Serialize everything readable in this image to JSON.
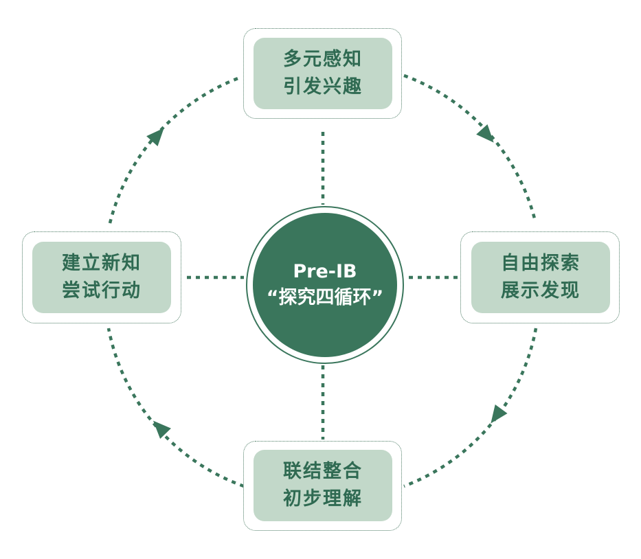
{
  "colors": {
    "accent": "#3a765c",
    "node_fill": "#c2d8c9",
    "node_text": "#2f6a52",
    "frame_border": "#4a7a63",
    "center_text": "#ffffff"
  },
  "center": {
    "line1": "Pre-IB",
    "line2": "“探究四循环”"
  },
  "nodes": {
    "top": {
      "line1": "多元感知",
      "line2": "引发兴趣"
    },
    "right": {
      "line1": "自由探索",
      "line2": "展示发现"
    },
    "bottom": {
      "line1": "联结整合",
      "line2": "初步理解"
    },
    "left": {
      "line1": "建立新知",
      "line2": "尝试行动"
    }
  }
}
